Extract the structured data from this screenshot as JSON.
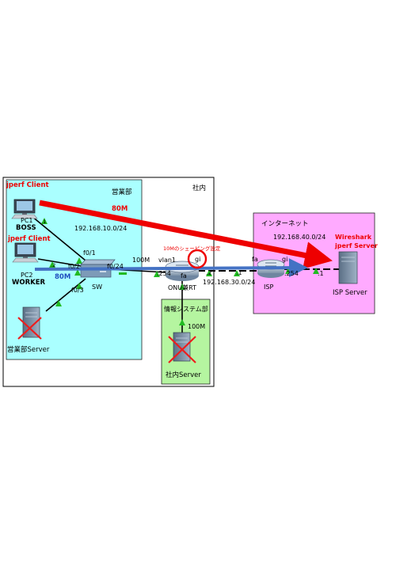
{
  "areas": {
    "company": "社内",
    "sales": "営業部",
    "infosys": "情報システム部",
    "internet": "インターネット"
  },
  "networks": {
    "sales_net": "192.168.10.0/24",
    "link_net": "192.168.30.0/24",
    "internet_net": "192.168.40.0/24"
  },
  "devices": {
    "pc1_name": "PC1",
    "pc1_user": "BOSS",
    "pc2_name": "PC2",
    "pc2_user": "WORKER",
    "switch": "SW",
    "router": "ONU兼RT",
    "isp": "ISP",
    "sales_server": "営業部Server",
    "company_server": "社内Server",
    "isp_server": "ISP Server"
  },
  "ports": {
    "sw_f01": "f0/1",
    "sw_f02": "f0/2",
    "sw_f03": "f0/3",
    "sw_f024": "f0/24",
    "rt_vlan1": "vlan1",
    "rt_gi": "gi",
    "rt_fa": "fa",
    "isp_fa": "fa",
    "isp_gi": "gi",
    "rt_254": ".254",
    "rt_2": ".2",
    "isp_1": ".1",
    "isp_254": ".254",
    "server_1": ".1",
    "pc1_dot": ".1",
    "pc2_dot": ".2"
  },
  "links": {
    "sw_rt_speed": "100M",
    "rt_server_speed": "100M"
  },
  "annotations": {
    "jperf_client_1": "jperf Client",
    "jperf_client_2": "jperf Client",
    "flow_80m_red": "80M",
    "flow_80m_blue": "80M",
    "shaping": "10Mのシェーピング設定",
    "wireshark": "Wireshark",
    "jperf_server": "jperf Server"
  },
  "colors": {
    "sales_bg": "#aaffff",
    "infosys_bg": "#b5f5a0",
    "internet_bg": "#ffaaff",
    "red_flow": "#ee0000",
    "blue_flow": "#4472c4",
    "label_red": "#ee0000",
    "label_blue": "#1f4fbf"
  }
}
